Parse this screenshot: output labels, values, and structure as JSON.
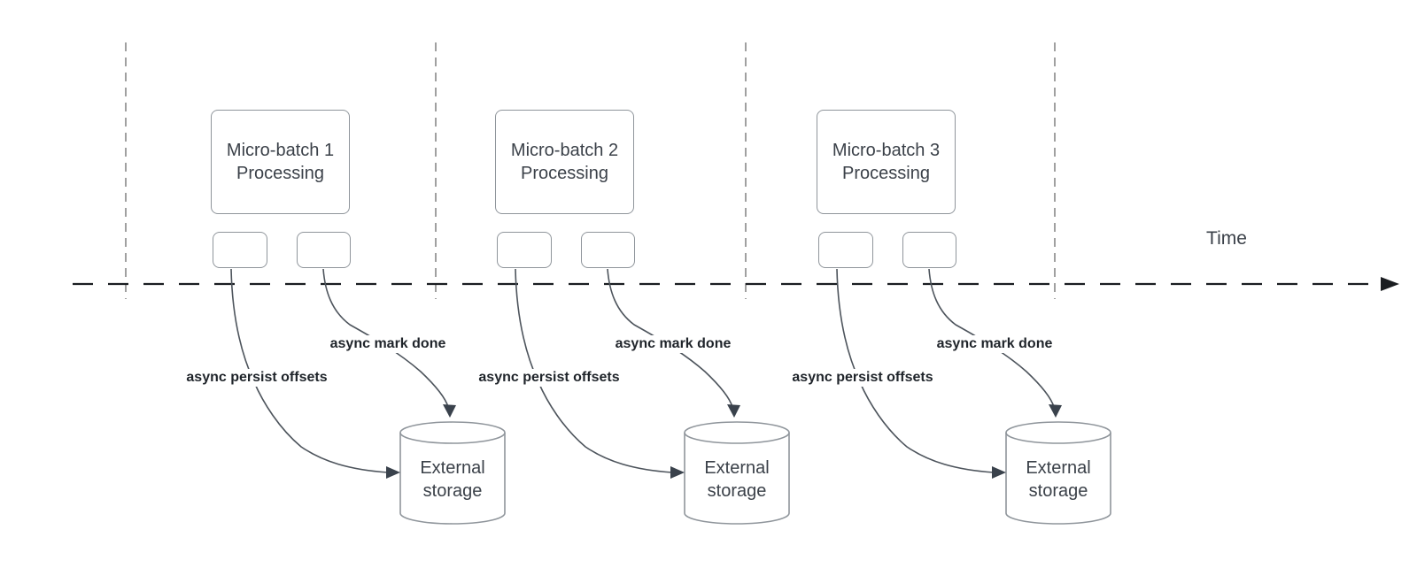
{
  "time_label": "Time",
  "groups": [
    {
      "box_title": "Micro-batch 1\nProcessing",
      "persist_label": "async persist offsets",
      "markdone_label": "async mark done",
      "storage_label": "External\nstorage"
    },
    {
      "box_title": "Micro-batch 2\nProcessing",
      "persist_label": "async persist offsets",
      "markdone_label": "async mark done",
      "storage_label": "External\nstorage"
    },
    {
      "box_title": "Micro-batch 3\nProcessing",
      "persist_label": "async persist offsets",
      "markdone_label": "async mark done",
      "storage_label": "External\nstorage"
    }
  ],
  "colors": {
    "curve": "#4d545c",
    "arrowhead": "#3a424c",
    "guide_line": "#a0a0a0",
    "timeline": "#1a1d21",
    "box_border": "#8f959b",
    "box_text": "#3b4149",
    "label_text": "#1f242a"
  }
}
